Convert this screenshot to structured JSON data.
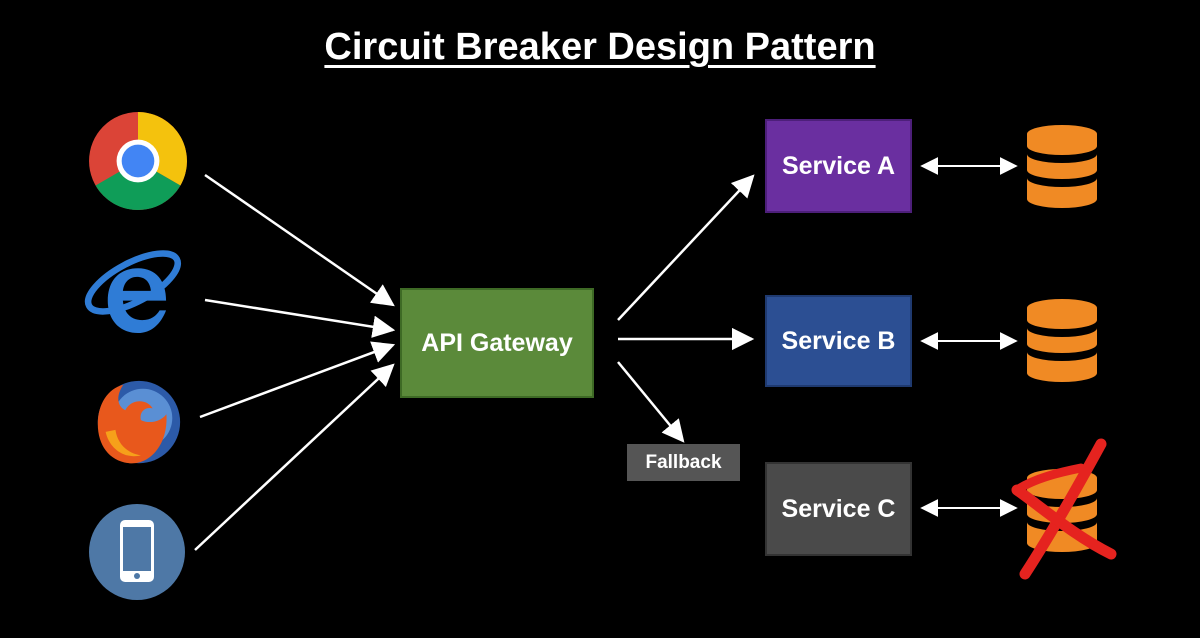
{
  "diagram": {
    "title": "Circuit Breaker Design Pattern",
    "clients": [
      {
        "icon": "chrome-browser-icon"
      },
      {
        "icon": "internet-explorer-icon"
      },
      {
        "icon": "firefox-browser-icon"
      },
      {
        "icon": "mobile-phone-icon"
      }
    ],
    "gateway": {
      "label": "API Gateway",
      "color": "#5b8a3a"
    },
    "services": [
      {
        "label": "Service A",
        "color": "#6a2fa0",
        "database": "available"
      },
      {
        "label": "Service B",
        "color": "#2c4f93",
        "database": "available"
      },
      {
        "label": "Service C",
        "color": "#4a4a4a",
        "database": "failed"
      }
    ],
    "fallback": {
      "label": "Fallback"
    },
    "colors": {
      "database": "#f08a24",
      "failure_mark": "#e5231f",
      "arrow": "#ffffff"
    }
  }
}
